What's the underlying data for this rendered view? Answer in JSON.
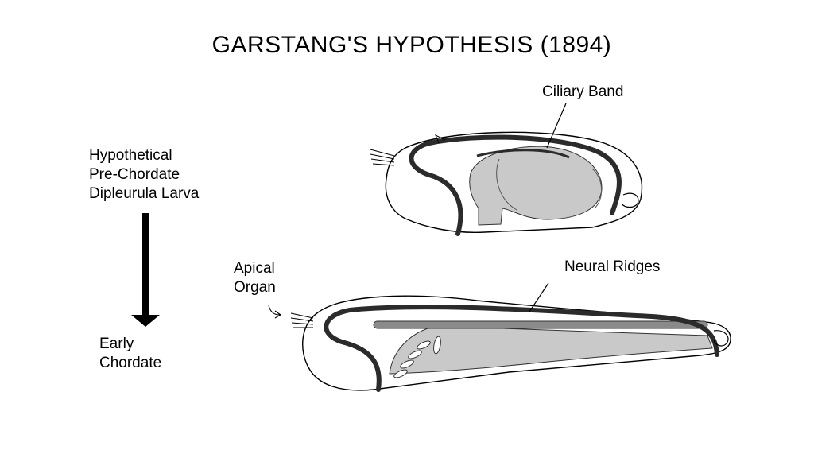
{
  "title": "GARSTANG'S HYPOTHESIS (1894)",
  "labels": {
    "ciliary_band": "Ciliary Band",
    "neural_ridges": "Neural Ridges",
    "apical_organ": [
      "Apical",
      "Organ"
    ],
    "larva": [
      "Hypothetical",
      "Pre-Chordate",
      "Dipleurula Larva"
    ],
    "chordate": [
      "Early",
      "Chordate"
    ]
  },
  "colors": {
    "ink": "#000000",
    "tissue_fill": "#c9c9c9",
    "body_fill": "#ffffff",
    "band": "#2b2b2b"
  }
}
